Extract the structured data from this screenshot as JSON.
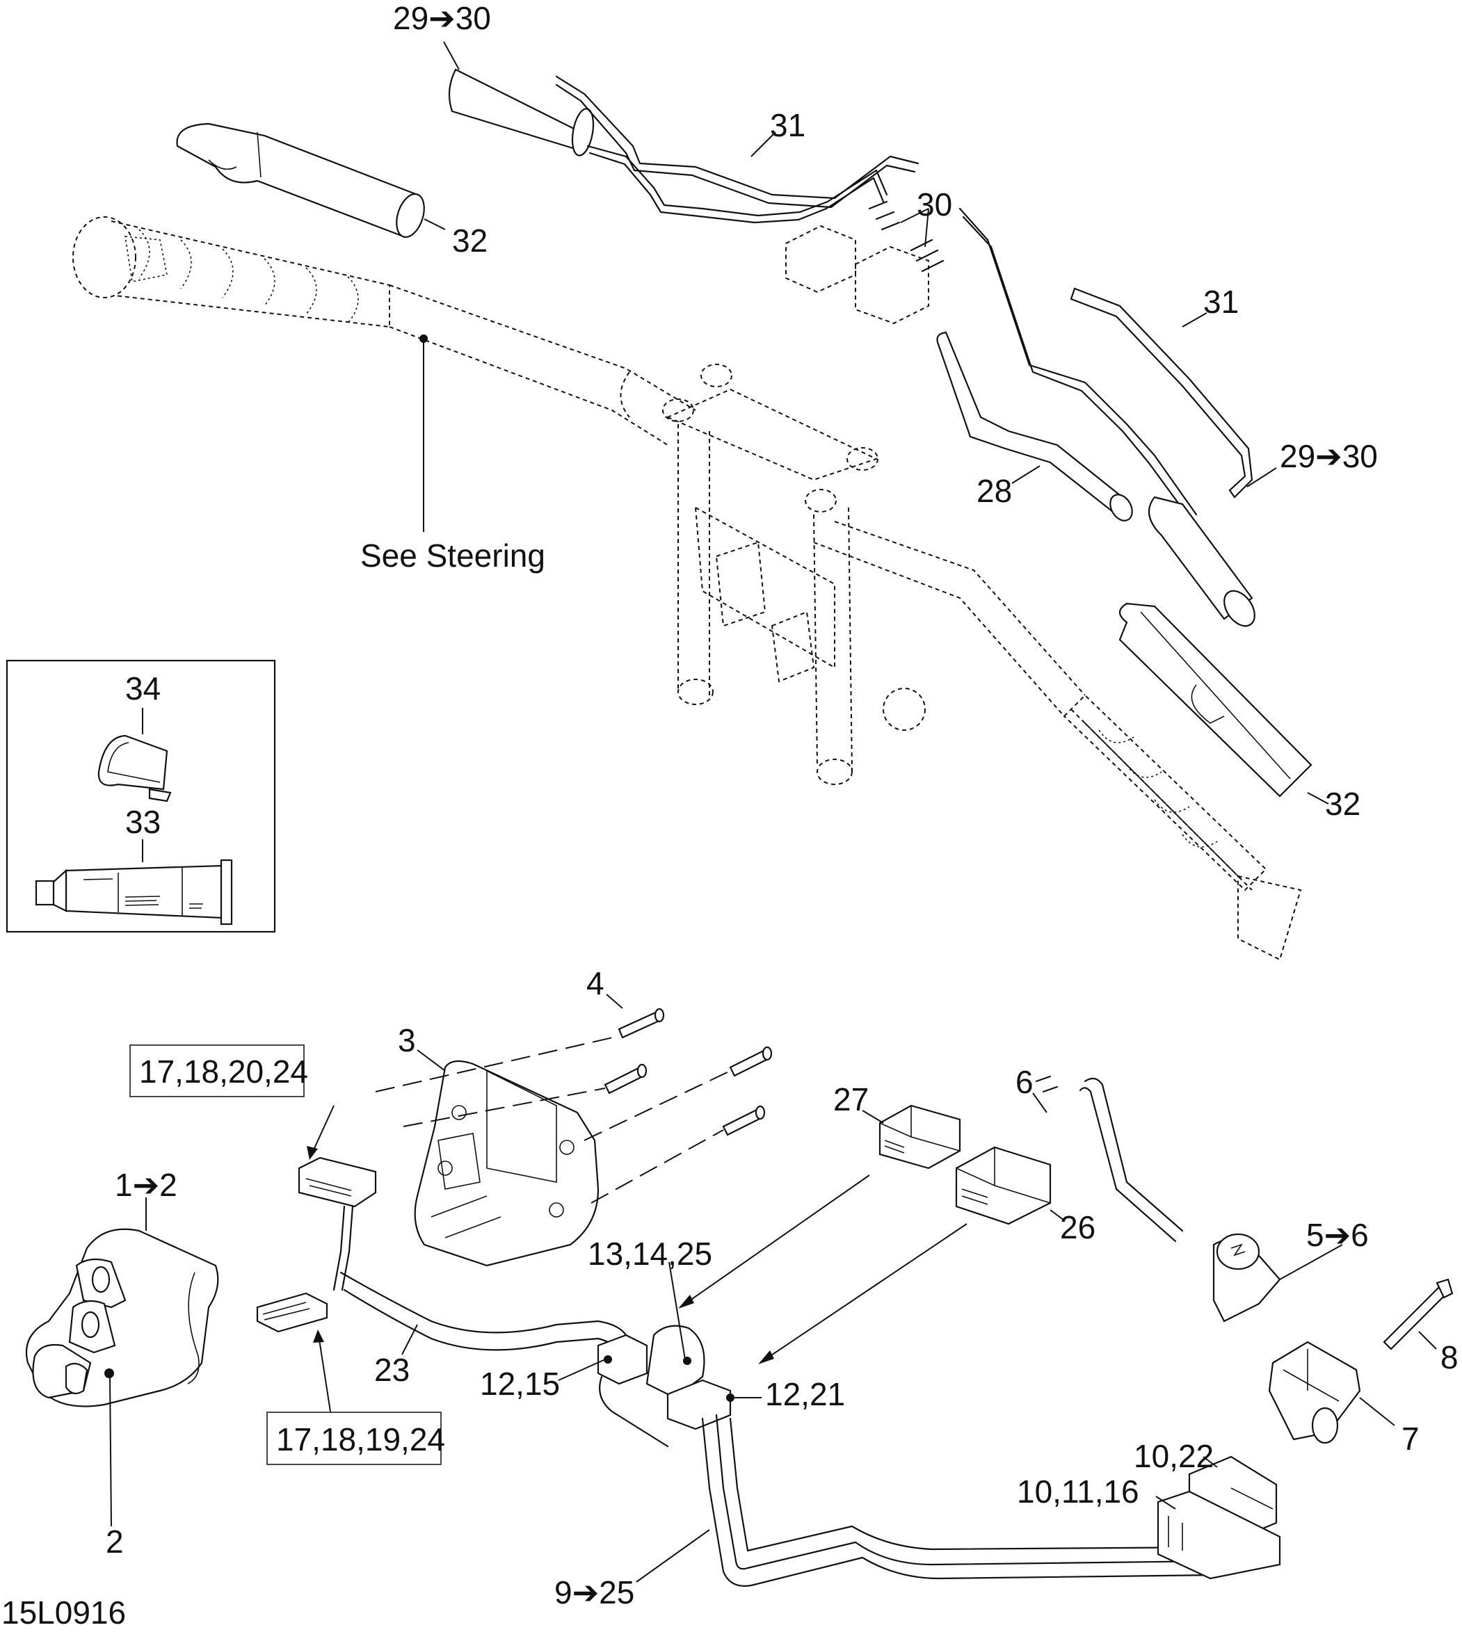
{
  "diagram": {
    "drawing_number": "15L0916",
    "reference_note": "See Steering",
    "callouts": {
      "c_29_30_top": "29➔30",
      "c_31_top": "31",
      "c_32_top": "32",
      "c_30": "30",
      "c_31_right": "31",
      "c_29_30_right": "29➔30",
      "c_28": "28",
      "c_34": "34",
      "c_33": "33",
      "c_32_right": "32",
      "c_4": "4",
      "c_3": "3",
      "c_17_18_20_24": "17,18,20,24",
      "c_27": "27",
      "c_6": "6",
      "c_1_2": "1➔2",
      "c_26": "26",
      "c_13_14_25": "13,14,25",
      "c_5_6": "5➔6",
      "c_8": "8",
      "c_23": "23",
      "c_12_15": "12,15",
      "c_12_21": "12,21",
      "c_7": "7",
      "c_17_18_19_24": "17,18,19,24",
      "c_10_22": "10,22",
      "c_2": "2",
      "c_10_11_16": "10,11,16",
      "c_9_25": "9➔25"
    },
    "parts": [
      {
        "id": "handlebar-grip-tube",
        "callout": "32"
      },
      {
        "id": "heating-element-29-30",
        "callout": "29➔30"
      },
      {
        "id": "heating-wire-31",
        "callout": "31"
      },
      {
        "id": "terminals-30",
        "callout": "30"
      },
      {
        "id": "wire-28",
        "callout": "28"
      },
      {
        "id": "adhesive-tube-33",
        "callout": "33"
      },
      {
        "id": "clip-34",
        "callout": "34"
      },
      {
        "id": "switch-housing-3",
        "callout": "3"
      },
      {
        "id": "screws-4",
        "callout": "4"
      },
      {
        "id": "switch-assembly-1-2",
        "callout": "1➔2"
      },
      {
        "id": "connector-27",
        "callout": "27"
      },
      {
        "id": "connector-26",
        "callout": "26"
      },
      {
        "id": "wiring-harness-9-25",
        "callout": "9➔25"
      },
      {
        "id": "key-switch-5-6",
        "callout": "5➔6"
      },
      {
        "id": "lock-7",
        "callout": "7"
      },
      {
        "id": "pin-8",
        "callout": "8"
      }
    ]
  }
}
